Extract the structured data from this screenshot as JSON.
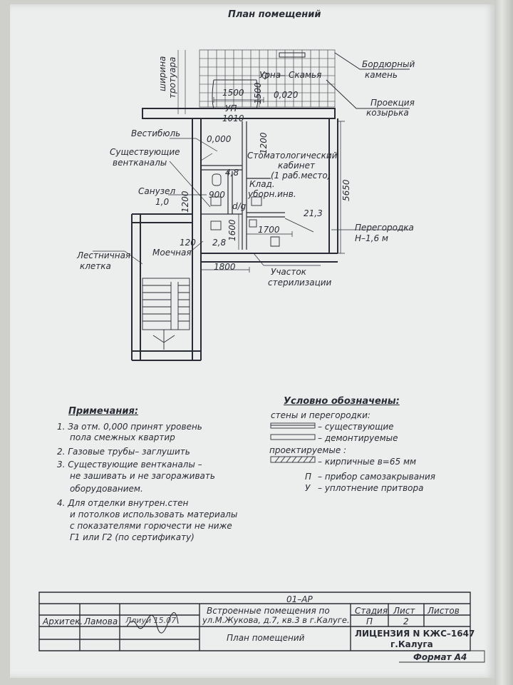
{
  "plan": {
    "title": "План помещений",
    "labels": {
      "sidewalk_1": "ширина",
      "sidewalk_2": "тротуара",
      "curb_1": "Бордюрный",
      "curb_2": "камень",
      "urn": "Урна",
      "bench": "Скамья",
      "canopy_1": "Проекция",
      "canopy_2": "козырька",
      "vestibule": "Вестибюль",
      "vents_1": "Существующие",
      "vents_2": "вентканалы",
      "dental_1": "Стоматологический",
      "dental_2": "кабинет",
      "dental_3": "(1 раб.место)",
      "storage_1": "Клад.",
      "storage_2": "уборн.инв.",
      "wc_1": "Санузел",
      "wc_2": "1,0",
      "partition_1": "Перегородка",
      "partition_2": "H–1,6 м",
      "stair_1": "Лестничная",
      "stair_2": "клетка",
      "wash": "Моечная",
      "steril_1": "Участок",
      "steril_2": "стерилизации"
    },
    "dims": {
      "d1500": "1500",
      "d1500v": "1500",
      "d0020": "0,020",
      "up": "УП",
      "d1010": "1010",
      "d0000": "0,000",
      "d1200": "1200",
      "d5650": "5650",
      "d48": "4,8",
      "d900": "900",
      "d1200b": "1200",
      "d213": "21,3",
      "d1600": "1600",
      "d1700": "1700",
      "d120": "120",
      "d28": "2,8",
      "d1800": "1800",
      "dig": "d/g"
    }
  },
  "notes": {
    "heading": "Примечания:",
    "items": [
      "1. За отм. 0,000 принят уровень",
      "пола смежных квартир",
      "2. Газовые трубы– заглушить",
      "3. Существующие вентканалы –",
      "не зашивать и не загораживать",
      "оборудованием.",
      "4. Для отделки внутрен.стен",
      "и потолков использовать материалы",
      "с показателями горючести не ниже",
      "Г1 или Г2 (по сертификату)"
    ]
  },
  "legend": {
    "heading": "Условно обозначены:",
    "walls": "стены и перегородки:",
    "existing": "– существующие",
    "demolished": "– демонтируемые",
    "designed": "проектируемые :",
    "brick": "– кирпичные в=65 мм",
    "p_symbol": "П",
    "p_text": "– прибор самозакрывания",
    "u_symbol": "У",
    "u_text": "– уплотнение притвора"
  },
  "titleblock": {
    "code": "01–АР",
    "role": "Архитек.",
    "name": "Ламова",
    "signature": "Ллиуй 15.07",
    "desc_1": "Встроенные помещения  по",
    "desc_2": "ул.М.Жукова, д.7, кв.3 в г.Калуге.",
    "sheet_name": "План помещений",
    "stage_h": "Стадия",
    "sheet_h": "Лист",
    "sheets_h": "Листов",
    "stage": "П",
    "sheet": "2",
    "license": "ЛИЦЕНЗИЯ N КЖС–1647",
    "city": "г.Калуга",
    "format": "Формат  А4"
  },
  "colors": {
    "ink": "#2a2c35",
    "paper": "#eceeed"
  }
}
